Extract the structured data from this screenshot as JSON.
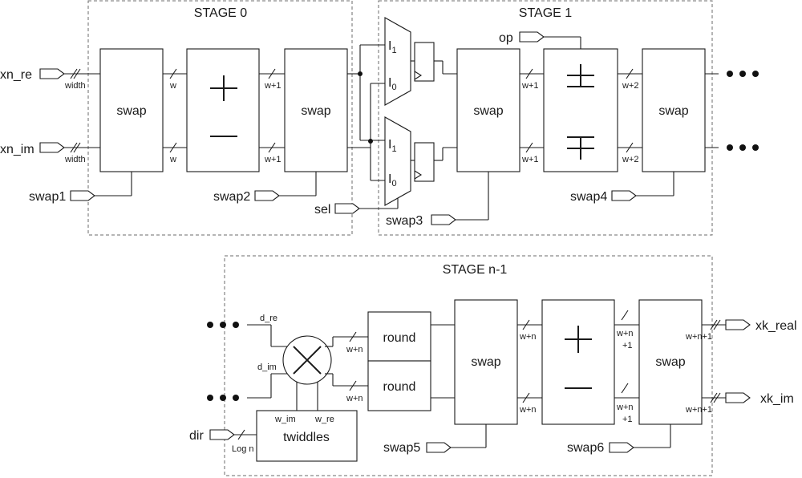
{
  "stages": {
    "stage0": "STAGE 0",
    "stage1": "STAGE 1",
    "stage_last": "STAGE n-1"
  },
  "blocks": {
    "swap": "swap",
    "round": "round",
    "twiddles": "twiddles",
    "mux_in1": "I",
    "mux_in1_sub": "1",
    "mux_in0": "I",
    "mux_in0_sub": "0"
  },
  "ports": {
    "xn_re": "xn_re",
    "xn_im": "xn_im",
    "swap1": "swap1",
    "swap2": "swap2",
    "sel": "sel",
    "swap3": "swap3",
    "op": "op",
    "swap4": "swap4",
    "dir": "dir",
    "swap5": "swap5",
    "swap6": "swap6",
    "xk_real": "xk_real",
    "xk_im": "xk_im"
  },
  "bus_labels": {
    "width": "width",
    "w": "w",
    "w1": "w+1",
    "w2": "w+2",
    "wn": "w+n",
    "wn_plus": "w+n",
    "plus1": "+1",
    "wn1": "w+n+1",
    "d_re": "d_re",
    "d_im": "d_im",
    "w_im": "w_im",
    "w_re": "w_re",
    "logn": "Log n"
  },
  "icons": [
    "adder-subtractor-icon",
    "multiplier-icon",
    "register-icon",
    "mux-icon",
    "continuation-dots-icon"
  ]
}
